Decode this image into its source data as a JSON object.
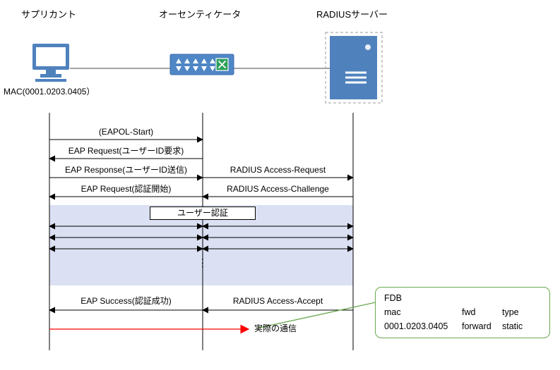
{
  "header": {
    "supplicant": "サプリカント",
    "authenticator": "オーセンティケータ",
    "radius_server": "RADIUSサーバー",
    "supplicant_mac": "MAC(0001.0203.0405）"
  },
  "messages": {
    "eapol_start": "(EAPOL-Start)",
    "eap_request_id": "EAP Request(ユーザーID要求)",
    "eap_response_id": "EAP Response(ユーザーID送信)",
    "radius_access_request": "RADIUS Access-Request",
    "eap_request_auth_start": "EAP Request(認証開始)",
    "radius_access_challenge": "RADIUS Access-Challenge",
    "user_authentication": "ユーザー認証",
    "ellipsis": "⋮",
    "eap_success": "EAP Success(認証成功)",
    "radius_access_accept": "RADIUS Access-Accept",
    "actual_communication": "実際の通信"
  },
  "fdb_callout": {
    "title": "FDB",
    "headers": {
      "mac": "mac",
      "fwd": "fwd",
      "type": "type"
    },
    "row": {
      "mac": "0001.0203.0405",
      "fwd": "forward",
      "type": "static"
    }
  },
  "colors": {
    "icon_blue": "#4f81bd",
    "band_fill": "#dbe1f3",
    "arrow_red": "#ff0000",
    "callout_green": "#6aa84f",
    "switch_x_green": "#2fa05a"
  }
}
